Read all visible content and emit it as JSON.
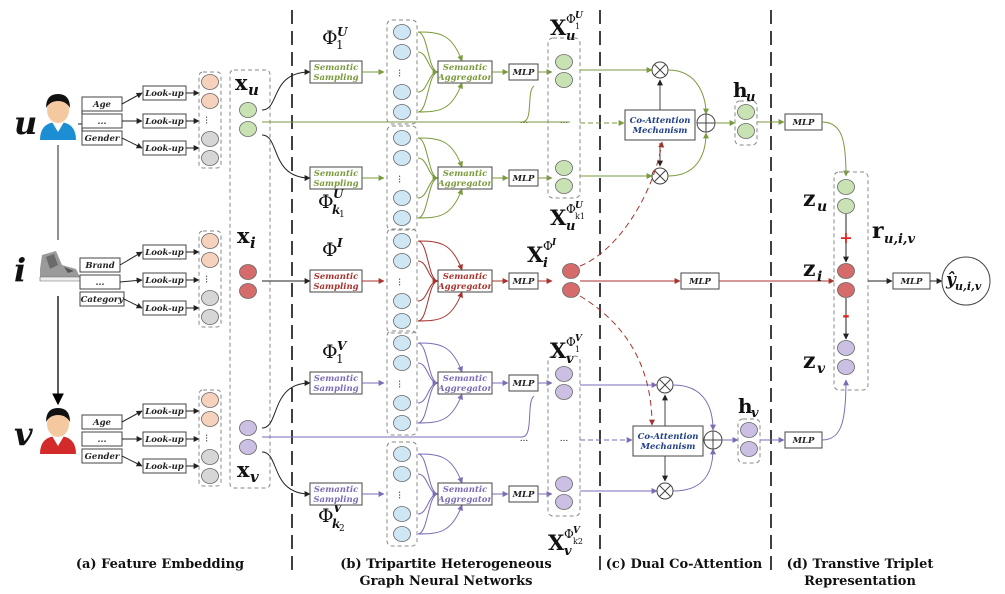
{
  "panel_captions": {
    "a": "(a) Feature Embedding",
    "b_line1": "(b) Tripartite Heterogeneous",
    "b_line2": "Graph Neural Networks",
    "c": "(c) Dual Co-Attention",
    "d_line1": "(d) Transtive Triplet",
    "d_line2": "Representation"
  },
  "entities": {
    "u": "u",
    "i": "i",
    "v": "v"
  },
  "attributes": {
    "u": [
      "Age",
      "...",
      "Gender"
    ],
    "i": [
      "Brand",
      "...",
      "Category"
    ],
    "v": [
      "Age",
      "...",
      "Gender"
    ]
  },
  "lookup_label": "Look-up",
  "ellipsis": "...",
  "semantic_sampling": [
    "Semantic",
    "Sampling"
  ],
  "semantic_aggregator": [
    "Semantic",
    "Aggregator"
  ],
  "mlp_label": "MLP",
  "co_attention": [
    "Co-Attention",
    "Mechanism"
  ],
  "math": {
    "x_u": "x",
    "x_u_sub": "u",
    "x_i": "x",
    "x_i_sub": "i",
    "x_v": "x",
    "x_v_sub": "v",
    "phi": "Φ",
    "phi_1U_sub": "1",
    "phi_1U_sup": "U",
    "phi_k1U_sub": "k",
    "phi_k1U_subsub": "1",
    "phi_k1U_sup": "U",
    "phi_I_sup": "I",
    "phi_1V_sub": "1",
    "phi_1V_sup": "V",
    "phi_k2V_sub": "k",
    "phi_k2V_subsub": "2",
    "phi_k2V_sup": "V",
    "X": "X",
    "h_u": "h",
    "h_u_sub": "u",
    "h_v": "h",
    "h_v_sub": "v",
    "z_u": "z",
    "z_u_sub": "u",
    "z_i": "z",
    "z_i_sub": "i",
    "z_v": "z",
    "z_v_sub": "v",
    "r": "r",
    "r_sub": "u,i,v",
    "y_hat": "ŷ",
    "y_sub": "u,i,v",
    "plus": "+",
    "minus": "-"
  },
  "colors": {
    "user_green": "#7a9a3c",
    "item_red": "#a8322d",
    "view_purple": "#7d6bb5",
    "node_blue": "#cfe6f4",
    "node_green": "#c9e2b3",
    "node_red": "#d66b6b",
    "node_purple": "#cbbfe3",
    "node_peach": "#f6d2bd",
    "node_gray": "#d6d6d6",
    "coatt_text": "#1f3f86"
  }
}
